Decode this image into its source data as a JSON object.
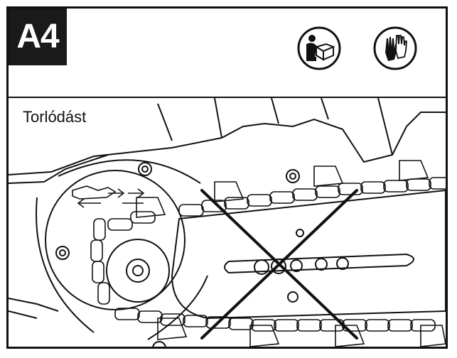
{
  "header": {
    "step_badge": "A4"
  },
  "icons": [
    {
      "name": "read-manual-icon"
    },
    {
      "name": "gloves-icon"
    }
  ],
  "illustration": {
    "label": "Torlódást",
    "subject": "chain-saw-chain-jam",
    "marks": [
      "cross-out-x"
    ]
  }
}
